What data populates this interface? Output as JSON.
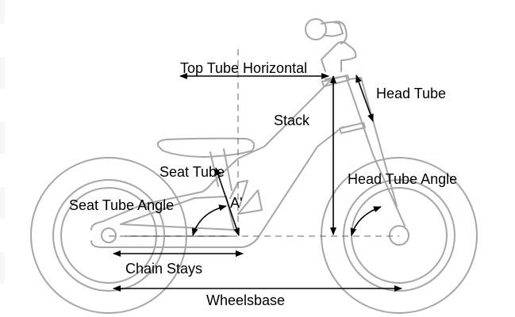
{
  "diagram": {
    "title": "Balance bike geometry",
    "labels": {
      "top_tube_horizontal": "Top Tube Horizontal",
      "head_tube": "Head Tube",
      "stack": "Stack",
      "seat_tube": "Seat Tube",
      "head_tube_angle": "Head Tube Angle",
      "seat_tube_angle": "Seat Tube Angle",
      "a_prime": "A'",
      "chain_stays": "Chain Stays",
      "wheelbase": "Wheelsbase"
    },
    "colors": {
      "frame": "#a6a6a6",
      "dimension": "#000000",
      "background": "#ffffff"
    }
  }
}
